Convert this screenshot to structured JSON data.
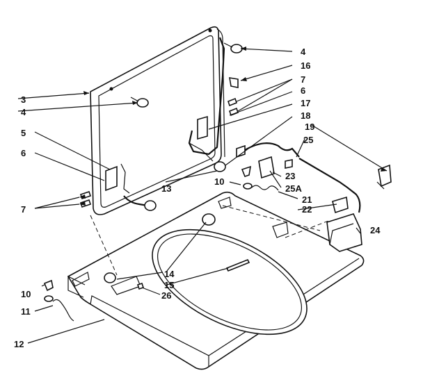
{
  "callouts": {
    "c3": "3",
    "c4a": "4",
    "c4b": "4",
    "c5": "5",
    "c6a": "6",
    "c6b": "6",
    "c7a": "7",
    "c7b": "7",
    "c10a": "10",
    "c10b": "10",
    "c11": "11",
    "c12": "12",
    "c13": "13",
    "c14": "14",
    "c15": "15",
    "c16": "16",
    "c17": "17",
    "c18": "18",
    "c19": "19",
    "c21": "21",
    "c22": "22",
    "c23": "23",
    "c24": "24",
    "c25": "25",
    "c25a": "25A",
    "c26": "26"
  }
}
